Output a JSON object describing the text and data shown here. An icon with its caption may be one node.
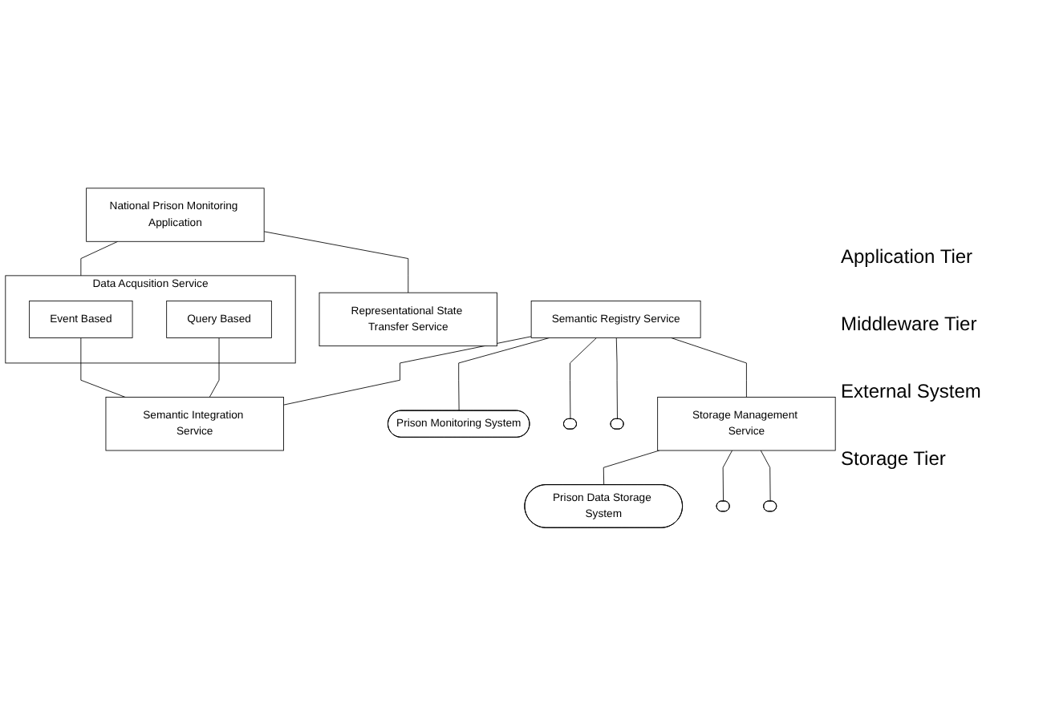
{
  "diagram": {
    "nodes": [
      {
        "text": [
          "National Prison Monitoring Application"
        ]
      },
      {
        "text": [
          "Data Acqusition Service"
        ]
      },
      {
        "text": [
          "Event Based"
        ],
        "in": 1
      },
      {
        "text": [
          "Query Based"
        ],
        "in": 1
      },
      {
        "text": [
          "Representational State Transfer Service"
        ]
      },
      {
        "text": [
          "Semantic Registry Service"
        ]
      },
      {
        "text": [
          "Semantic Integration Service"
        ]
      },
      {
        "text": [
          "Prison Monitoring System"
        ]
      },
      {
        "text": [],
        "shape": "ellipse"
      },
      {
        "text": [],
        "shape": "ellipse"
      },
      {
        "text": [
          "Storage Management Service"
        ]
      },
      {
        "text": [
          "Prison Data Storage System"
        ]
      },
      {
        "text": [],
        "shape": "ellipse"
      },
      {
        "text": [],
        "shape": "ellipse"
      }
    ],
    "edges": [
      {
        "from": 0,
        "to": 1,
        "arrow": "none"
      },
      {
        "from": 0,
        "to": 4,
        "arrow": "none"
      },
      {
        "from": 2,
        "to": 6,
        "arrow": "none"
      },
      {
        "from": 3,
        "to": 6,
        "arrow": "none"
      },
      {
        "from": 5,
        "to": 6,
        "arrow": "none"
      },
      {
        "from": 5,
        "to": 7,
        "arrow": "none"
      },
      {
        "from": 5,
        "to": 8,
        "arrow": "none"
      },
      {
        "from": 5,
        "to": 9,
        "arrow": "none"
      },
      {
        "from": 5,
        "to": 10,
        "arrow": "none"
      },
      {
        "from": 10,
        "to": 11,
        "arrow": "none"
      },
      {
        "from": 10,
        "to": 12,
        "arrow": "none"
      },
      {
        "from": 10,
        "to": 13,
        "arrow": "none"
      }
    ],
    "labels": [
      "Application Tier",
      "Middleware Tier",
      "External System",
      "Storage Tier"
    ]
  }
}
